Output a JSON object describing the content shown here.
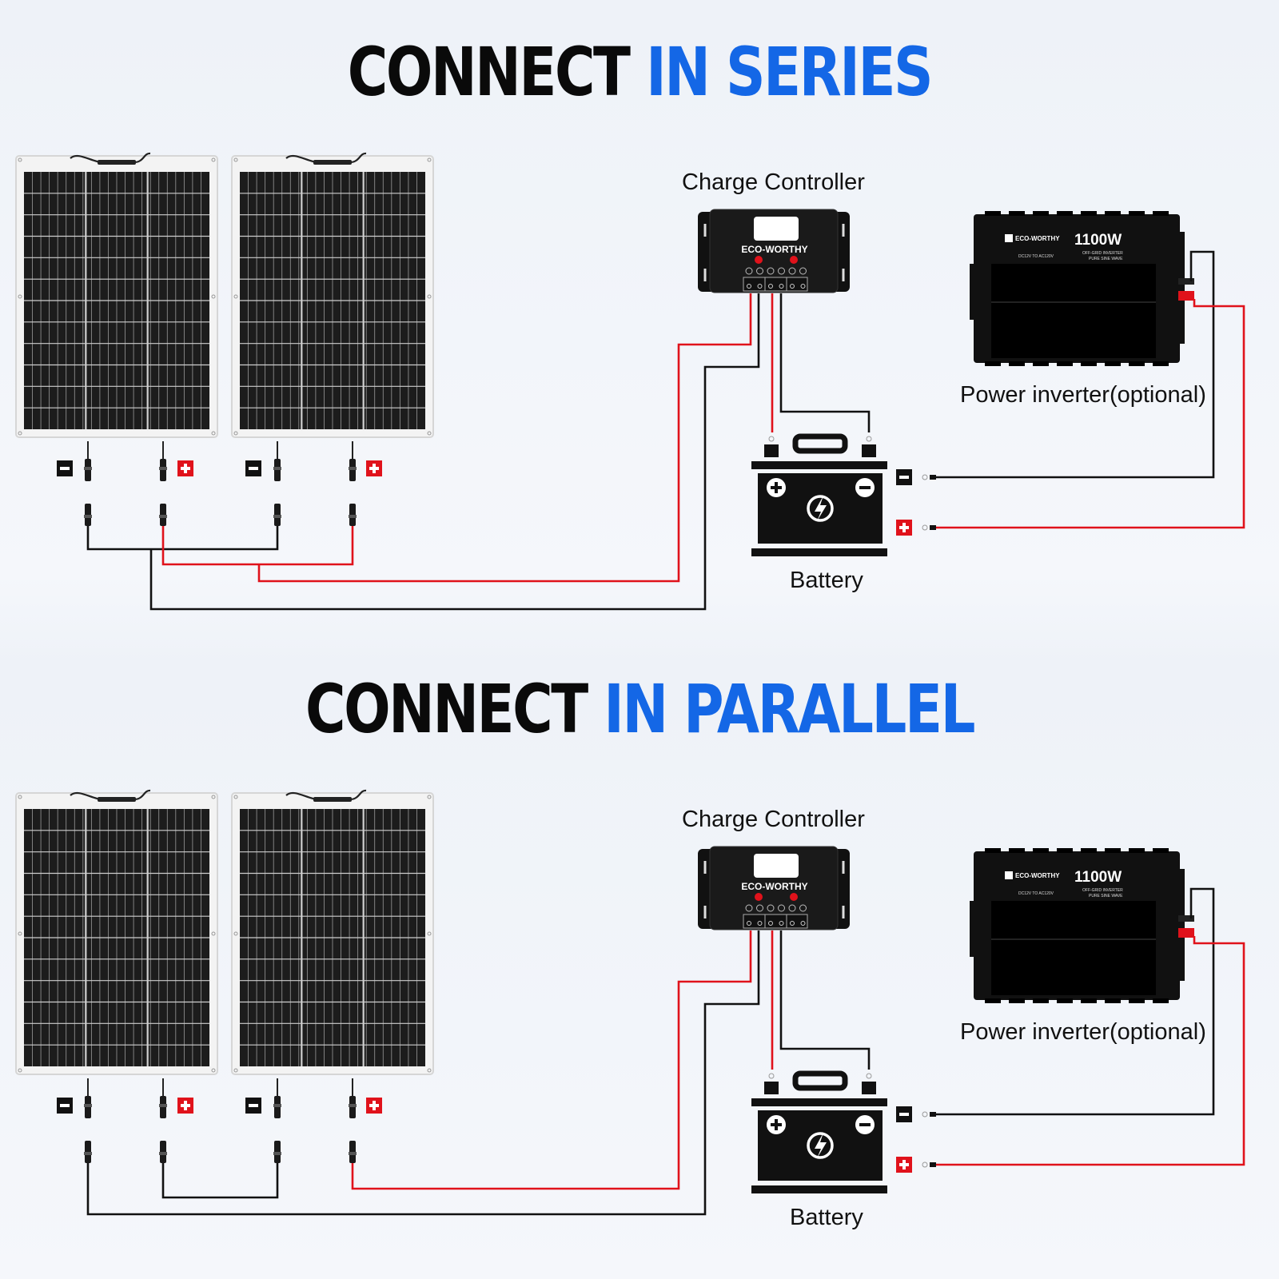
{
  "sections": [
    {
      "heading": {
        "part1": "CONNECT",
        "part2": "IN SERIES"
      },
      "charge_controller_label": "Charge Controller",
      "controller_brand": "ECO-WORTHY",
      "inverter_label": "Power inverter(optional)",
      "inverter_rating": "1100W",
      "inverter_brand": "ECO-WORTHY",
      "inverter_spec1": "DC12V TO AC120V",
      "inverter_spec2": "OFF-GRID INVERTER",
      "inverter_spec3": "PURE SINE WAVE",
      "battery_label": "Battery",
      "wiring": "series"
    },
    {
      "heading": {
        "part1": "CONNECT",
        "part2": "IN PARALLEL"
      },
      "charge_controller_label": "Charge Controller",
      "controller_brand": "ECO-WORTHY",
      "inverter_label": "Power inverter(optional)",
      "inverter_rating": "1100W",
      "inverter_brand": "ECO-WORTHY",
      "inverter_spec1": "DC12V TO AC120V",
      "inverter_spec2": "OFF-GRID INVERTER",
      "inverter_spec3": "PURE SINE WAVE",
      "battery_label": "Battery",
      "wiring": "parallel"
    }
  ],
  "colors": {
    "accent_blue": "#1467e6",
    "wire_red": "#e0121b",
    "wire_black": "#111111",
    "panel_cell": "#1c1c1c",
    "panel_frame": "#f3f3f3"
  }
}
